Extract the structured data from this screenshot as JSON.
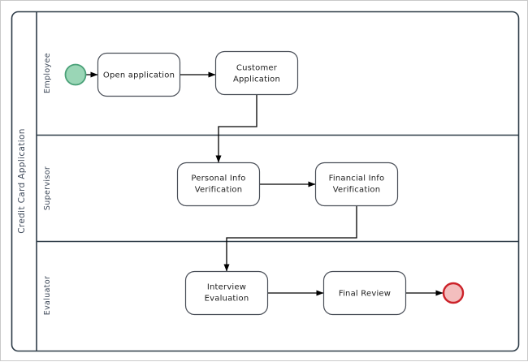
{
  "diagram": {
    "type": "bpmn-swimlane",
    "pool": {
      "label": "Credit Card Application"
    },
    "lanes": [
      {
        "id": "employee",
        "label": "Employee"
      },
      {
        "id": "supervisor",
        "label": "Supervisor"
      },
      {
        "id": "evaluator",
        "label": "Evaluator"
      }
    ],
    "events": [
      {
        "id": "start-event",
        "kind": "start",
        "lane": "employee",
        "fill": "#9ad6b6",
        "stroke": "#49a077"
      },
      {
        "id": "end-event",
        "kind": "end",
        "lane": "evaluator",
        "fill": "#f3bebe",
        "stroke": "#cc2229"
      }
    ],
    "tasks": [
      {
        "id": "open-application",
        "lane": "employee",
        "lines": [
          "Open application"
        ]
      },
      {
        "id": "customer-application",
        "lane": "employee",
        "lines": [
          "Customer",
          "Application"
        ]
      },
      {
        "id": "personal-info-verification",
        "lane": "supervisor",
        "lines": [
          "Personal Info",
          "Verification"
        ]
      },
      {
        "id": "financial-info-verification",
        "lane": "supervisor",
        "lines": [
          "Financial Info",
          "Verification"
        ]
      },
      {
        "id": "interview-evaluation",
        "lane": "evaluator",
        "lines": [
          "Interview",
          "Evaluation"
        ]
      },
      {
        "id": "final-review",
        "lane": "evaluator",
        "lines": [
          "Final Review"
        ]
      }
    ],
    "flows": [
      {
        "id": "flow-start-to-open",
        "from": "start-event",
        "to": "open-application"
      },
      {
        "id": "flow-open-to-customer",
        "from": "open-application",
        "to": "customer-application"
      },
      {
        "id": "flow-customer-to-personal",
        "from": "customer-application",
        "to": "personal-info-verification"
      },
      {
        "id": "flow-personal-to-financial",
        "from": "personal-info-verification",
        "to": "financial-info-verification"
      },
      {
        "id": "flow-financial-to-interview",
        "from": "financial-info-verification",
        "to": "interview-evaluation"
      },
      {
        "id": "flow-interview-to-final",
        "from": "interview-evaluation",
        "to": "final-review"
      },
      {
        "id": "flow-final-to-end",
        "from": "final-review",
        "to": "end-event"
      }
    ],
    "colors": {
      "pool_border": "#2d3b47",
      "lane_divider": "#2d3b47",
      "task_border": "#4a4f58",
      "task_fill": "#ffffff",
      "connector": "#000000",
      "label_text": "#3f4a5a",
      "task_text": "#1d1d1d",
      "canvas_background": "#ffffff",
      "outer_border": "#c9c9c9"
    }
  }
}
